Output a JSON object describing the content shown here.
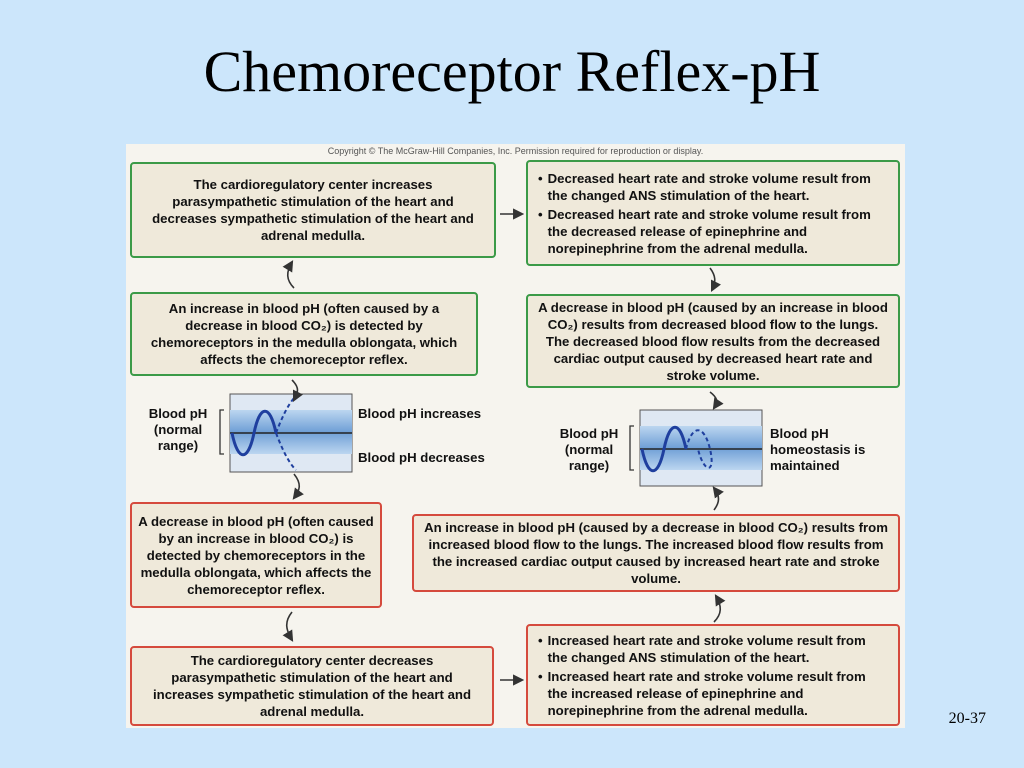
{
  "slide": {
    "title": "Chemoreceptor Reflex-pH",
    "page_number": "20-37"
  },
  "figure": {
    "copyright": "Copyright © The McGraw-Hill Companies, Inc. Permission required for reproduction or display.",
    "top_left_box": "The cardioregulatory center increases parasympathetic stimulation of the heart and decreases sympathetic stimulation of the heart and adrenal medulla.",
    "top_right_box": [
      "Decreased heart rate and stroke volume result from the changed ANS stimulation of the heart.",
      "Decreased heart rate and stroke volume result from the decreased release of epinephrine and norepinephrine from the adrenal medulla."
    ],
    "increase_detected_box": "An increase in blood pH (often caused by a decrease in blood CO₂) is detected by chemoreceptors in the medulla oblongata, which affects the chemoreceptor reflex.",
    "decrease_result_box": "A decrease in blood pH (caused by an increase in blood CO₂) results from decreased blood flow to the lungs. The decreased blood flow results from the decreased cardiac output caused by decreased heart rate and stroke volume.",
    "left_graph": {
      "label": "Blood pH (normal range)",
      "increases": "Blood pH increases",
      "decreases": "Blood pH decreases"
    },
    "right_graph": {
      "label": "Blood pH (normal range)",
      "homeostasis": "Blood pH homeostasis is maintained"
    },
    "decrease_detected_box": "A decrease in blood pH (often caused by an increase in blood CO₂) is detected by chemoreceptors in the medulla oblongata, which affects the chemoreceptor reflex.",
    "increase_result_box": "An increase in blood pH (caused by a decrease in blood CO₂) results from increased blood flow to the lungs. The increased blood flow results from the increased cardiac output caused by increased heart rate and stroke volume.",
    "bottom_left_box": "The cardioregulatory center decreases parasympathetic stimulation of the heart and increases sympathetic stimulation of the heart and adrenal medulla.",
    "bottom_right_box": [
      "Increased heart rate and stroke volume result from the changed ANS stimulation of the heart.",
      "Increased heart rate and stroke volume result from the increased release of epinephrine and norepinephrine from the adrenal medulla."
    ],
    "bullet_char": "•"
  },
  "colors": {
    "background": "#cce6fb",
    "green_border": "#3b9a47",
    "red_border": "#d54a3d",
    "box_fill": "#efe9da",
    "wave": "#1f3f9e"
  }
}
